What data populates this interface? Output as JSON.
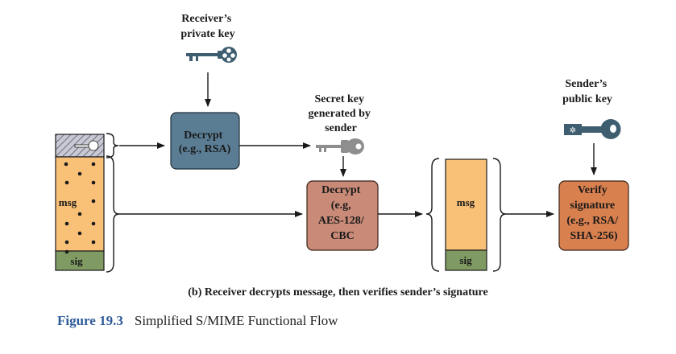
{
  "labels": {
    "receiver_key": [
      "Receiver’s",
      "private key"
    ],
    "secret_key": [
      "Secret key",
      "generated by",
      "sender"
    ],
    "sender_key": [
      "Sender’s",
      "public key"
    ]
  },
  "boxes": {
    "decrypt_rsa": [
      "Decrypt",
      "(e.g., RSA)"
    ],
    "decrypt_aes": [
      "Decrypt",
      "(e.g,",
      "AES-128/",
      "CBC"
    ],
    "verify": [
      "Verify",
      "signature",
      "(e.g., RSA/",
      "SHA-256)"
    ]
  },
  "message": {
    "msg_label": "msg",
    "sig_label": "sig"
  },
  "caption": {
    "subtitle": "(b) Receiver decrypts message, then verifies sender’s signature",
    "figure_number": "Figure 19.3",
    "figure_title": "Simplified S/MIME Functional Flow"
  },
  "colors": {
    "rsa_box": "#5a7d94",
    "aes_box": "#c98b78",
    "verify_box": "#d9804f",
    "msg_fill": "#f9c178",
    "sig_fill": "#7f9a62",
    "key_receiver": "#3e5e70",
    "key_secret": "#8e8e8e",
    "key_sender": "#3e5e70",
    "encrypted_key_hatch": "#b7b7c4"
  }
}
